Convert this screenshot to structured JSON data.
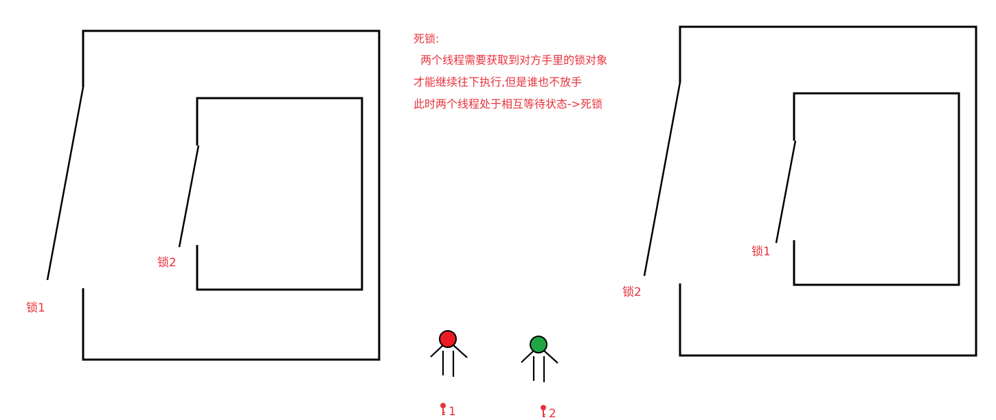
{
  "note": {
    "title": "死锁:",
    "lines": [
      "  两个线程需要获取到对方手里的锁对象",
      "才能继续往下执行,但是谁也不放手",
      "此时两个线程处于相互等待状态->死锁"
    ]
  },
  "left_diagram": {
    "outer_lock_label": "锁1",
    "inner_lock_label": "锁2"
  },
  "right_diagram": {
    "outer_lock_label": "锁2",
    "inner_lock_label": "锁1"
  },
  "threads": [
    {
      "label": "1",
      "head_color": "#ed1c24",
      "icon": "key-icon"
    },
    {
      "label": "2",
      "head_color": "#22a645",
      "icon": "key-icon"
    }
  ],
  "colors": {
    "annotation": "#e8323c",
    "lines": "#000000"
  }
}
